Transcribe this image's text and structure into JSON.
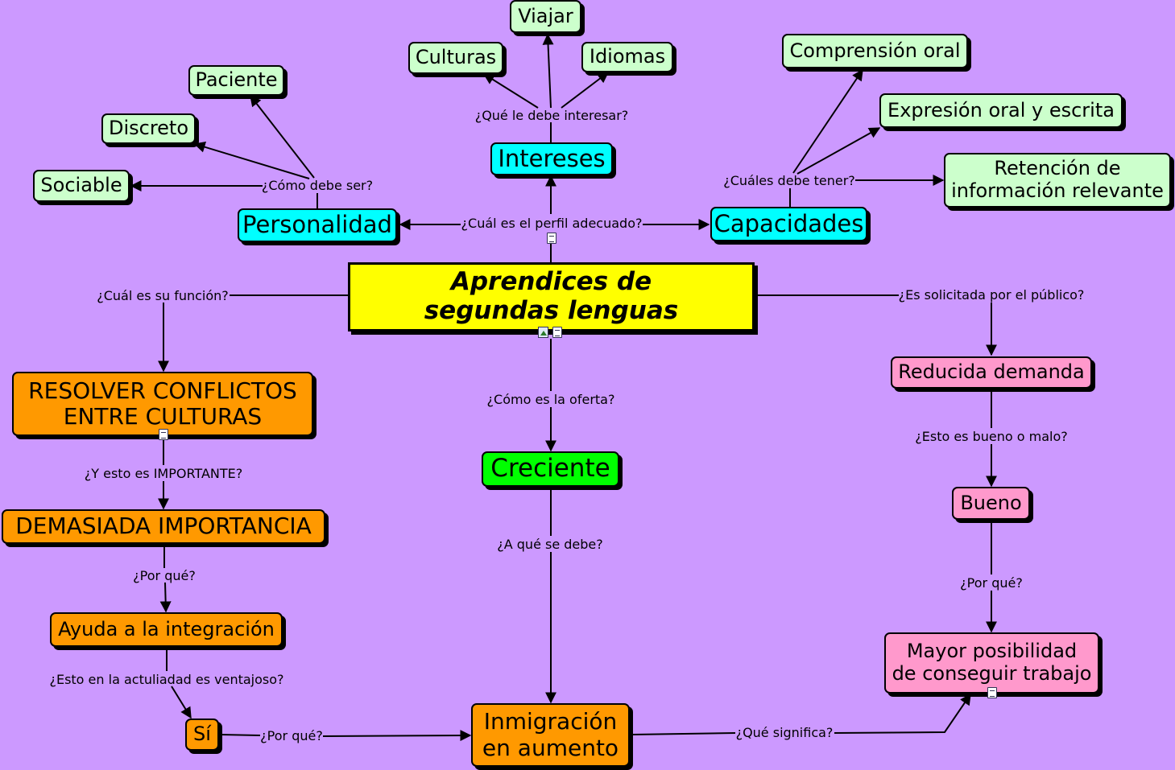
{
  "concept_map": {
    "root": "Aprendices de\nsegundas lenguas",
    "nodes": {
      "personalidad": "Personalidad",
      "intereses": "Intereses",
      "capacidades": "Capacidades",
      "sociable": "Sociable",
      "discreto": "Discreto",
      "paciente": "Paciente",
      "culturas": "Culturas",
      "viajar": "Viajar",
      "idiomas": "Idiomas",
      "comprension": "Comprensión oral",
      "expresion": "Expresión oral y escrita",
      "retencion": "Retención de\ninformación relevante",
      "resolver": "RESOLVER CONFLICTOS\nENTRE CULTURAS",
      "demasiada": "DEMASIADA IMPORTANCIA",
      "ayuda": "Ayuda a la integración",
      "si": "Sí",
      "creciente": "Creciente",
      "inmigracion": "Inmigración\nen aumento",
      "reducida": "Reducida demanda",
      "bueno": "Bueno",
      "mayor": "Mayor posibilidad\nde conseguir trabajo"
    },
    "link_labels": {
      "perfil": "¿Cuál es el perfil adecuado?",
      "como_ser": "¿Cómo debe ser?",
      "interesar": "¿Qué le debe interesar?",
      "tener": "¿Cuáles debe tener?",
      "funcion": "¿Cuál es su función?",
      "solicitada": "¿Es solicitada por el público?",
      "oferta": "¿Cómo es la oferta?",
      "importante": "¿Y esto es IMPORTANTE?",
      "por_que_1": "¿Por qué?",
      "ventajoso": "¿Esto en la actuliadad es ventajoso?",
      "por_que_2": "¿Por qué?",
      "se_debe": "¿A qué se debe?",
      "significa": "¿Qué significa?",
      "bueno_malo": "¿Esto es bueno o malo?",
      "por_que_3": "¿Por qué?"
    },
    "colors": {
      "background": "#cc99ff",
      "root": "#ffff00",
      "leaf": "#ccffcc",
      "category": "#00ffff",
      "function_branch": "#ff9900",
      "demand_branch": "#ff99cc",
      "offer": "#00ff00",
      "line": "#000000"
    }
  }
}
